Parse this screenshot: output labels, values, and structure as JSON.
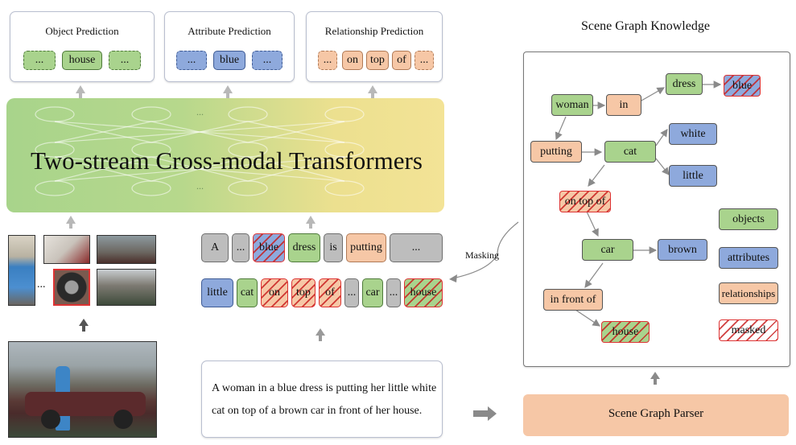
{
  "prediction_panels": {
    "object": {
      "title": "Object Prediction",
      "tokens": [
        "...",
        "house",
        "..."
      ]
    },
    "attribute": {
      "title": "Attribute Prediction",
      "tokens": [
        "...",
        "blue",
        "..."
      ]
    },
    "relationship": {
      "title": "Relationship Prediction",
      "tokens": [
        "...",
        "on",
        "top",
        "of",
        "..."
      ]
    }
  },
  "transformer": {
    "label": "Two-stream Cross-modal Transformers",
    "dots": "..."
  },
  "image_region": {
    "ellipsis": "..."
  },
  "token_row_top": [
    "A",
    "...",
    "blue",
    "dress",
    "is",
    "putting",
    "..."
  ],
  "token_row_bottom": [
    "little",
    "cat",
    "on",
    "top",
    "of",
    "...",
    "car",
    "...",
    "house"
  ],
  "caption": "A woman in a blue dress is putting her little white cat on top of a brown car in front of her house.",
  "masking_label": "Masking",
  "scene_graph": {
    "title": "Scene Graph Knowledge",
    "nodes": {
      "woman": "woman",
      "in": "in",
      "dress": "dress",
      "blue": "blue",
      "putting": "putting",
      "cat": "cat",
      "white": "white",
      "little": "little",
      "on_top_of": "on top of",
      "car": "car",
      "brown": "brown",
      "in_front_of": "in front of",
      "house": "house"
    },
    "legend": {
      "objects": "objects",
      "attributes": "attributes",
      "relationships": "relationships",
      "masked": "masked"
    }
  },
  "parser_label": "Scene Graph Parser",
  "colors": {
    "object": "#a9d38d",
    "attribute": "#8ea9dc",
    "relationship": "#f6c7a6",
    "other": "#bdbdbd",
    "mask_line": "#d33333"
  }
}
